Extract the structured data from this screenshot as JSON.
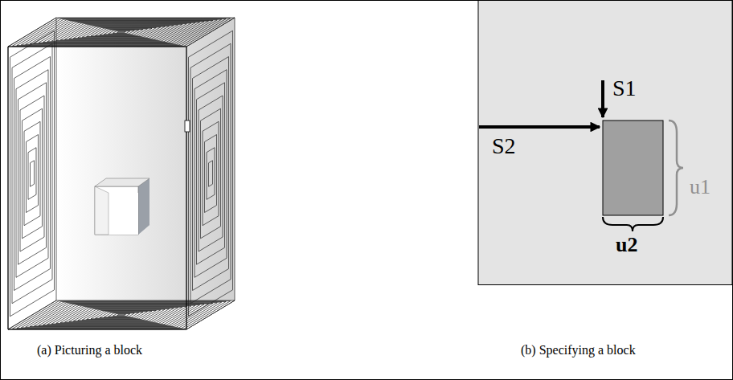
{
  "diagram": {
    "labels": [
      "S1",
      "S2",
      "u1",
      "u2",
      "(a) Picturing a block",
      "(b) Specifying a block"
    ]
  }
}
